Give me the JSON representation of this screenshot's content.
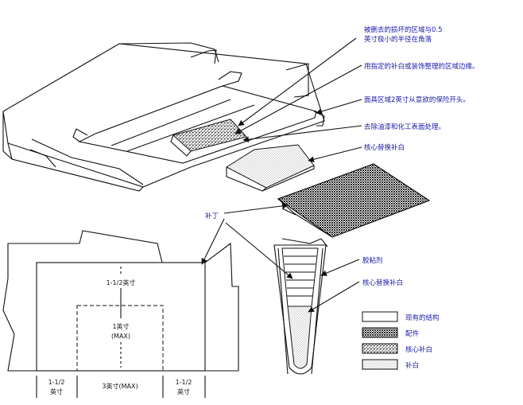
{
  "callouts": {
    "c1_line1": "被删去的损坏的区域与0.5",
    "c1_line2": "英寸极小的半径在角落",
    "c2": "用指定的补白或装饰整理的区域边缘。",
    "c3": "面具区域2英寸从意欲的保险开头。",
    "c4": "去除油漆和化工表面处理。",
    "c5": "核心替换补白",
    "c6": "补丁",
    "c7": "胶粘剂",
    "c8": "核心替换补白"
  },
  "dimensions": {
    "top_width": "1-1/2英寸",
    "inner_line1": "1英寸",
    "inner_line2": "(MAX)",
    "bottom_left_line1": "1-1/2",
    "bottom_left_line2": "英寸",
    "bottom_mid": "3英寸(MAX)",
    "bottom_right_line1": "1-1/2",
    "bottom_right_line2": "英寸"
  },
  "legend": [
    {
      "label": "现有的结构",
      "pattern": "existing-structure"
    },
    {
      "label": "配件",
      "pattern": "repair-part"
    },
    {
      "label": "核心补白",
      "pattern": "core-filler"
    },
    {
      "label": "补白",
      "pattern": "filler"
    }
  ],
  "colors": {
    "callout_text": "#1a1aa8",
    "line": "#111111"
  }
}
